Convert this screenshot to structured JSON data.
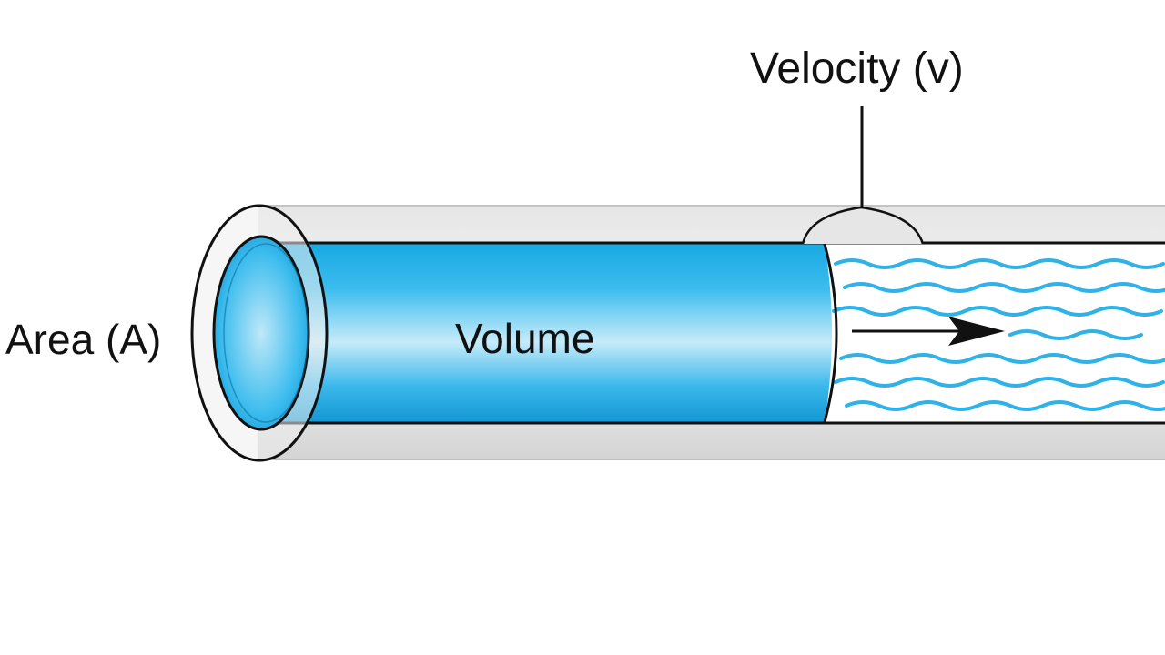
{
  "labels": {
    "area": "Area (A)",
    "volume": "Volume",
    "velocity": "Velocity (v)"
  },
  "colors": {
    "water": "#1aaee6",
    "water_light": "#bfe8f8",
    "pipe_shell": "#d9d9d9",
    "outline": "#111111"
  },
  "icons": {
    "flow_arrow": "flow-arrow-icon"
  }
}
